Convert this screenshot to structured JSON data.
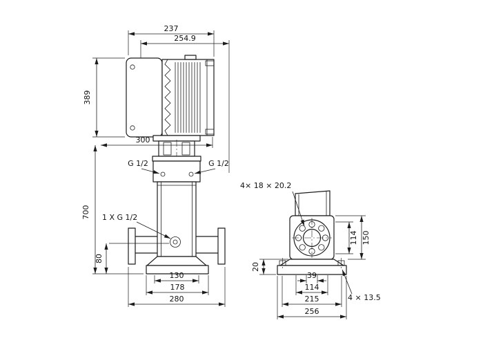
{
  "drawing": {
    "front_view": {
      "motor_width": "237",
      "motor_depth": "254.9",
      "motor_height": "389",
      "depth": "300",
      "total_height": "700",
      "port_left": "G 1/2",
      "port_right": "G 1/2",
      "drain_port": "1 X G 1/2",
      "port_height": "80",
      "bolt_span": "130",
      "plate_width": "178",
      "flange_span": "280"
    },
    "side_view": {
      "flange_hole_note": "4× 18  × 20.2",
      "bolt_circle_v": "114",
      "flange_height": "150",
      "base_height": "20",
      "bolt_inner": "39",
      "bolt_circle_h": "114",
      "anchor_spacing": "215",
      "anchor_hole_note": "4 × 13.5",
      "base_width": "256"
    }
  }
}
